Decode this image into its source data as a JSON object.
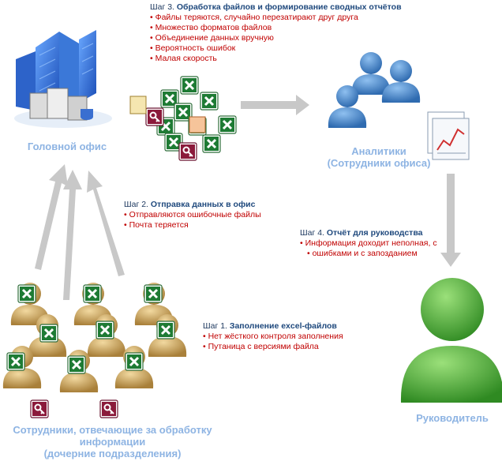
{
  "nodes": {
    "head_office": "Головной офис",
    "analysts_line1": "Аналитики",
    "analysts_line2": "(Сотрудники офиса)",
    "manager": "Руководитель",
    "employees_line1": "Сотрудники, отвечающие за обработку",
    "employees_line2": "информации",
    "employees_line3": "(дочерние подразделения)"
  },
  "steps": [
    {
      "prefix": "Шаг 1.",
      "title": "Заполнение excel-файлов",
      "bullets": [
        "Нет жёсткого контроля заполнения",
        "Путаница с версиями файла"
      ]
    },
    {
      "prefix": "Шаг 2.",
      "title": "Отправка данных в офис",
      "bullets": [
        "Отправляются ошибочные файлы",
        "Почта теряется"
      ]
    },
    {
      "prefix": "Шаг 3.",
      "title": "Обработка файлов и формирование сводных отчётов",
      "bullets": [
        "Файлы теряются, случайно перезатирают друг друга",
        "Множество форматов файлов",
        "Объединение данных вручную",
        "Вероятность ошибок",
        "Малая скорость"
      ]
    },
    {
      "prefix": "Шаг 4.",
      "title": "Отчёт для руководства",
      "bullets": [
        "Информация доходит неполная, с",
        "ошибками и с запозданием"
      ]
    }
  ],
  "colors": {
    "arrow": "#c8c8c8",
    "label": "#8eb4e3",
    "bullet_text": "#c00000",
    "excel_green": "#1e7b34",
    "access_maroon": "#8b1a3b",
    "person_blue": "#4a86c8",
    "person_gold": "#c9a45a",
    "manager_green": "#4caf3c"
  },
  "icons": [
    "office-building-icon",
    "server-icon",
    "excel-file-icon",
    "access-file-icon",
    "chart-report-icon",
    "person-icon"
  ]
}
